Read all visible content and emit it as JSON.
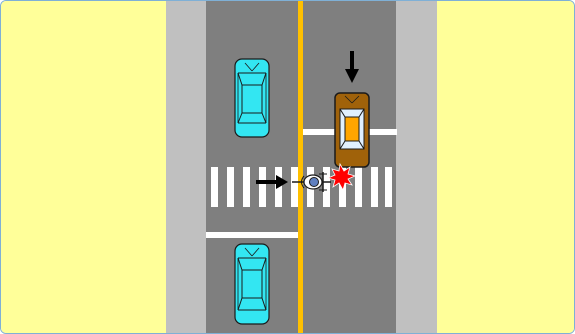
{
  "scene": {
    "colors": {
      "land": "#FFFF99",
      "sidewalk": "#C0C0C0",
      "road": "#7F7F7F",
      "center_line": "#FFC000",
      "lane_marking": "#FFFFFF",
      "car_parked": "#33E6F2",
      "car_moving": "#A0620A",
      "car_moving_window": "#FFA500",
      "arrow": "#000000",
      "impact": "#FF0000",
      "cyclist": "#6080C0"
    },
    "elements": [
      {
        "type": "parked-car",
        "lane": "southbound",
        "position": "upper"
      },
      {
        "type": "parked-car",
        "lane": "southbound",
        "position": "lower"
      },
      {
        "type": "moving-car",
        "lane": "northbound",
        "direction": "down"
      },
      {
        "type": "bicycle",
        "direction": "right",
        "location": "crosswalk"
      },
      {
        "type": "impact",
        "location": "crosswalk"
      }
    ]
  }
}
